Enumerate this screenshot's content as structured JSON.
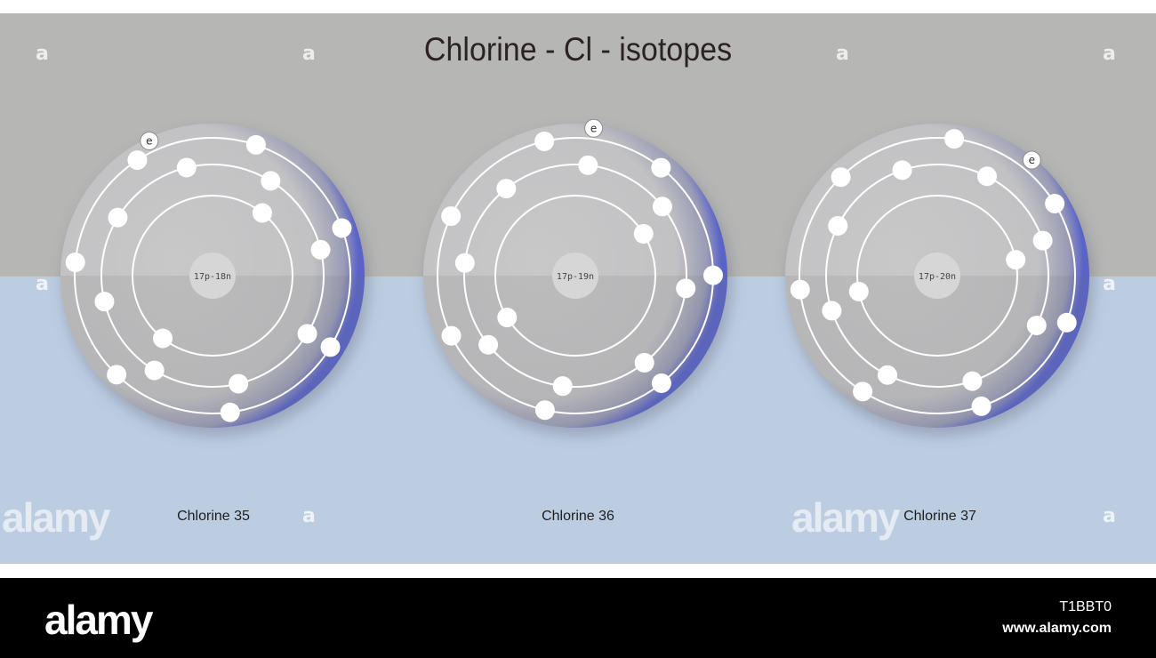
{
  "title": "Chlorine - Cl - isotopes",
  "electron_label": "e",
  "atoms": [
    {
      "name": "Chlorine 35",
      "nucleus": "17p-18n",
      "shells": [
        2,
        8,
        7
      ]
    },
    {
      "name": "Chlorine 36",
      "nucleus": "17p-19n",
      "shells": [
        2,
        8,
        7
      ]
    },
    {
      "name": "Chlorine 37",
      "nucleus": "17p-20n",
      "shells": [
        2,
        8,
        7
      ]
    }
  ],
  "colors": {
    "background_top": "#b6b7b5",
    "background_bottom": "#bccde2",
    "atom_rim": "#5a64c8",
    "electron": "#ffffff",
    "footer": "#000000"
  },
  "watermark": {
    "small": "a",
    "brand": "alamy",
    "image_id": "T1BBT0",
    "url": "www.alamy.com"
  }
}
